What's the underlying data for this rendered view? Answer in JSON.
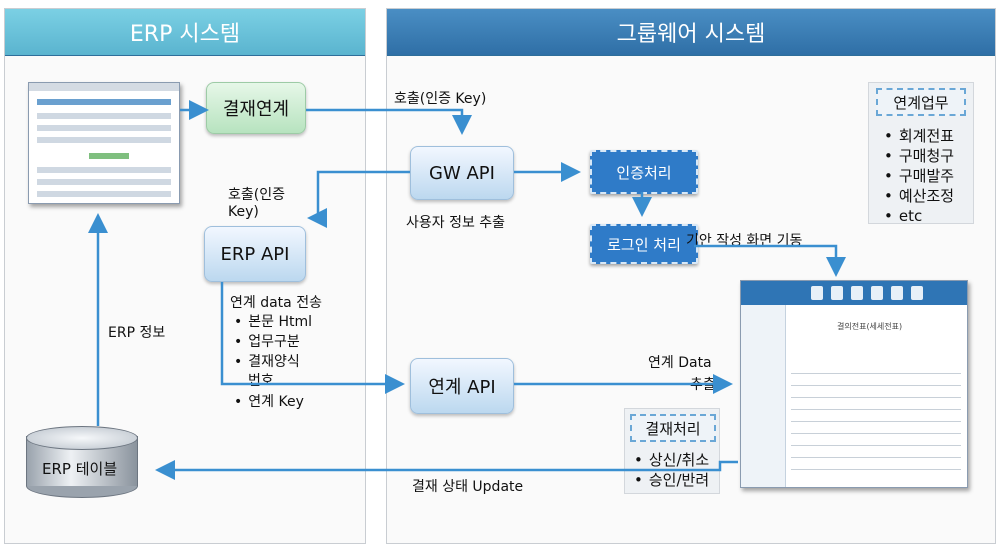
{
  "erp_panel": {
    "title": "ERP 시스템"
  },
  "gw_panel": {
    "title": "그룹웨어 시스템"
  },
  "nodes": {
    "approval_link": "결재연계",
    "erp_api": "ERP API",
    "gw_api": "GW API",
    "link_api": "연계 API",
    "auth": "인증처리",
    "login": "로그인 처리",
    "erp_table": "ERP 테이블"
  },
  "labels": {
    "call_key_top": "호출(인증 Key)",
    "call_key_left_1": "호출(인증",
    "call_key_left_2": "Key)",
    "user_info": "사용자 정보 추출",
    "erp_info": "ERP 정보",
    "draft_screen": "기안 작성 화면 기동",
    "link_data_1": "연계 Data",
    "link_data_2": "추출",
    "status_update": "결재 상태 Update",
    "data_transfer": "연계 data 전송"
  },
  "transfer_items": [
    "본문 Html",
    "업무구분",
    "결재양식",
    "번호",
    "연계 Key"
  ],
  "link_work": {
    "title": "연계업무",
    "items": [
      "회계전표",
      "구매청구",
      "구매발주",
      "예산조정",
      "etc"
    ]
  },
  "approval_proc": {
    "title": "결재처리",
    "items": [
      "상신/취소",
      "승인/반려"
    ]
  },
  "doc_preview": {
    "title": "결의전표(세세전표)"
  },
  "colors": {
    "erp_header": "#5ab4cf",
    "gw_header": "#2f6fa6",
    "arrow": "#3a8fd0",
    "auth_box": "#2f7bc8"
  }
}
